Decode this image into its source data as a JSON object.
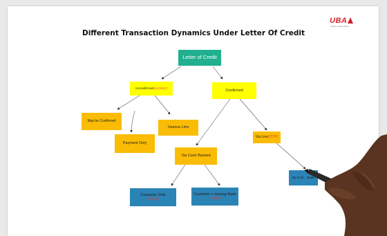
{
  "logo": {
    "brand": "UBA",
    "tagline": "Africa's Global Bank"
  },
  "title": "Different Transaction Dynamics Under Letter Of Credit",
  "nodes": {
    "root": "Letter of Credit",
    "unconfirmed": {
      "label": "Unconfirmed ",
      "tag": "(ULC/ILC)"
    },
    "confirmed": "Confirmed",
    "may_be_confirmed": "May be Confirmed",
    "payment_only": "Payment Only",
    "usance_line": "Usance Line",
    "via_cash_backed": "Via Cash Backed",
    "via_line": {
      "label": "Via Line ",
      "tag": "(CITF)"
    },
    "customer_only": {
      "label": "Customer Only",
      "tag": "(CBLC)"
    },
    "customer_issuing_bank": {
      "label": "Customer + Issuing Bank ",
      "tag": "(CIBP)"
    },
    "by_conf": "By Conf... Bank"
  },
  "colors": {
    "root": "#20b08f",
    "yellow": "#ffff00",
    "amber": "#fbbc05",
    "blue": "#2b84b6",
    "accent_red": "#e53935",
    "brand_red": "#d11f26"
  }
}
